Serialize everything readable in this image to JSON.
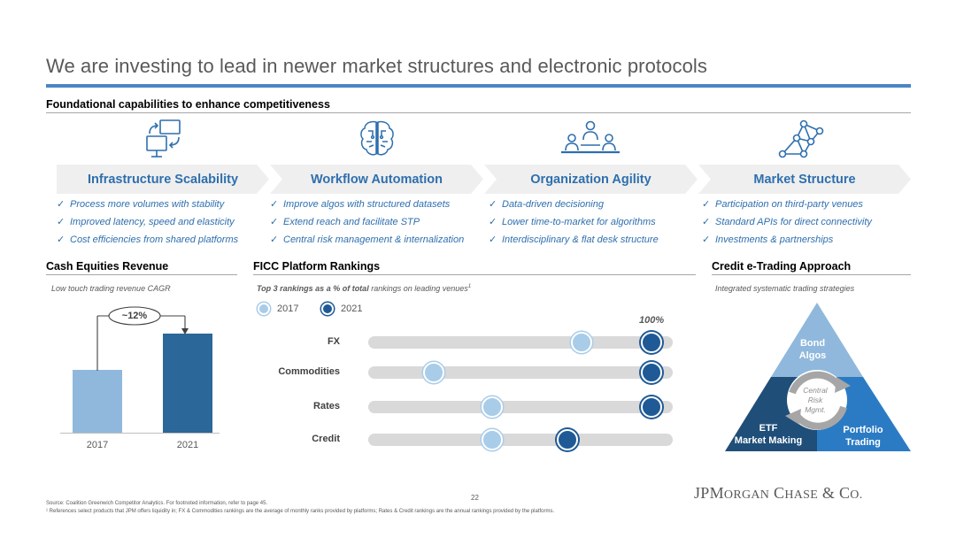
{
  "header": {
    "title": "We are investing to lead in newer market structures and electronic protocols",
    "subtitle": "Foundational capabilities to enhance competitiveness"
  },
  "colors": {
    "accent": "#4a86c5",
    "dark_blue": "#1f5a96",
    "light_blue": "#a9cce8",
    "text_blue": "#2e6fae"
  },
  "pillars": [
    {
      "name": "Infrastructure Scalability",
      "icon": "scaling-screens-icon",
      "bullets": [
        "Process more volumes with stability",
        "Improved latency, speed and elasticity",
        "Cost efficiencies from shared platforms"
      ]
    },
    {
      "name": "Workflow Automation",
      "icon": "brain-circuit-icon",
      "bullets": [
        "Improve algos with structured datasets",
        "Extend reach and facilitate STP",
        "Central risk management & internalization"
      ]
    },
    {
      "name": "Organization Agility",
      "icon": "team-meeting-icon",
      "bullets": [
        "Data-driven decisioning",
        "Lower time-to-market for algorithms",
        "Interdisciplinary & flat desk structure"
      ]
    },
    {
      "name": "Market Structure",
      "icon": "network-nodes-icon",
      "bullets": [
        "Participation on third-party venues",
        "Standard APIs for direct connectivity",
        "Investments & partnerships"
      ]
    }
  ],
  "cash_equities": {
    "title": "Cash Equities Revenue",
    "note": "Low touch trading revenue CAGR",
    "cagr_label": "~12%",
    "chart_data": {
      "type": "bar",
      "categories": [
        "2017",
        "2021"
      ],
      "values": [
        1.0,
        1.57
      ],
      "colors": [
        "#8fb8dc",
        "#2b6799"
      ]
    }
  },
  "ficc": {
    "title": "FICC Platform Rankings",
    "note_bold": "Top 3 rankings as a % of total",
    "note_rest": "rankings on leading venues",
    "note_sup": "1",
    "legend": [
      "2017",
      "2021"
    ],
    "max_label": "100%",
    "chart_data": {
      "type": "dot",
      "categories": [
        "FX",
        "Commodities",
        "Rates",
        "Credit"
      ],
      "series": [
        {
          "name": "2017",
          "values": [
            75,
            22,
            43,
            43
          ]
        },
        {
          "name": "2021",
          "values": [
            100,
            100,
            100,
            70
          ]
        }
      ],
      "xlim": [
        0,
        100
      ]
    }
  },
  "credit": {
    "title": "Credit e-Trading Approach",
    "note": "Integrated systematic trading strategies",
    "top": [
      "Bond",
      "Algos"
    ],
    "left": [
      "ETF",
      "Market Making"
    ],
    "right": [
      "Portfolio",
      "Trading"
    ],
    "center": [
      "Central",
      "Risk",
      "Mgmt."
    ]
  },
  "footer": {
    "source": "Source: Coalition Greenwich Competitor Analytics. For footnoted information, refer to page 45.",
    "note1": "¹ References select products that JPM offers liquidity in; FX & Commodities rankings are the average of monthly ranks provided by platforms; Rates & Credit rankings are the annual rankings provided by the platforms.",
    "page": "22",
    "logo_big1": "JPM",
    "logo_small1": "ORGAN",
    "logo_big2": " C",
    "logo_small2": "HASE",
    "logo_big3": " & C",
    "logo_small3": "O."
  }
}
